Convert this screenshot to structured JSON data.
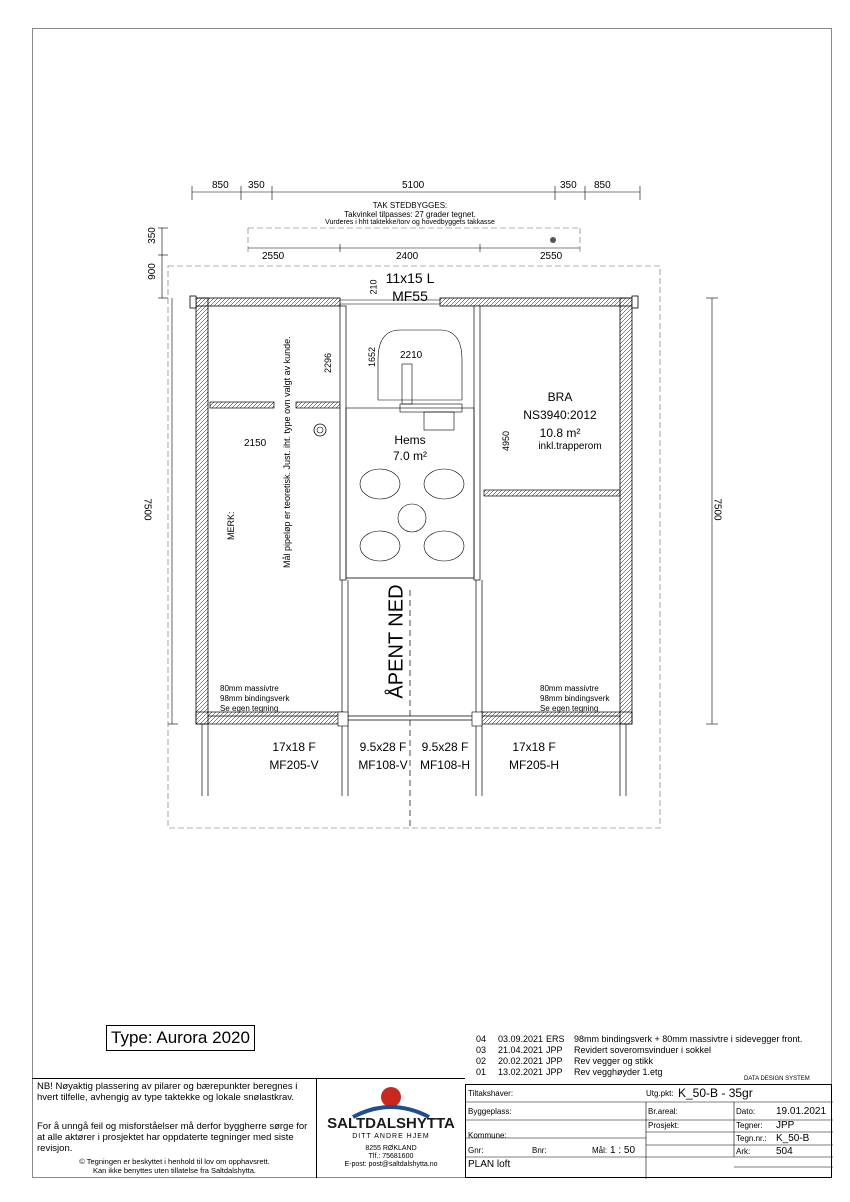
{
  "plan": {
    "dims_top": [
      "850",
      "350",
      "5100",
      "350",
      "850"
    ],
    "roof_note": [
      "TAK STEDBYGGES:",
      "Takvinkel tilpasses: 27 grader tegnet.",
      "Vurderes i hht taktekke/torv og hovedbyggets takkasse"
    ],
    "dims_second": [
      "2550",
      "2400",
      "2550"
    ],
    "dims_left": [
      "350",
      "900"
    ],
    "dim_7500_left": "7500",
    "dim_7500_right": "7500",
    "dim_210": "210",
    "dim_2296": "2296",
    "dim_1652": "1652",
    "dim_2210": "2210",
    "dim_2150": "2150",
    "dim_4950": "4950",
    "window_top": [
      "11x15 L",
      "MF55"
    ],
    "bra": [
      "BRA",
      "NS3940:2012",
      "10.8 m²",
      "inkl.trapperom"
    ],
    "hems": [
      "Hems",
      "7.0 m²"
    ],
    "merk": [
      "MERK:",
      "Mål pipeløp er teoretisk. Just. iht. type ovn valgt av kunde."
    ],
    "apent_ned": "ÅPENT NED",
    "wall_note_left": [
      "80mm massivtre",
      "98mm bindingsverk",
      "Se egen tegning"
    ],
    "wall_note_right": [
      "80mm massivtre",
      "98mm bindingsverk",
      "Se egen tegning"
    ],
    "windows_bottom": [
      {
        "size": "17x18 F",
        "code": "MF205-V"
      },
      {
        "size": "9.5x28 F",
        "code": "MF108-V"
      },
      {
        "size": "9.5x28 F",
        "code": "MF108-H"
      },
      {
        "size": "17x18 F",
        "code": "MF205-H"
      }
    ]
  },
  "type_label": "Type: Aurora 2020",
  "revisions": [
    {
      "no": "04",
      "date": "03.09.2021",
      "by": "ERS",
      "text": "98mm bindingsverk + 80mm massivtre i sidevegger front."
    },
    {
      "no": "03",
      "date": "21.04.2021",
      "by": "JPP",
      "text": "Revidert soveromsvinduer i sokkel"
    },
    {
      "no": "02",
      "date": "20.02.2021",
      "by": "JPP",
      "text": "Rev vegger og stikk"
    },
    {
      "no": "01",
      "date": "13.02.2021",
      "by": "JPP",
      "text": "Rev vegghøyder 1.etg"
    }
  ],
  "notes": {
    "nb": "NB! Nøyaktig plassering av pilarer og bærepunkter beregnes i hvert tilfelle, avhengig av type taktekke og lokale snølastkrav.",
    "caution": "For å unngå feil og misforståelser må derfor byggherre sørge for at alle aktører i prosjektet har oppdaterte tegninger med siste revisjon.",
    "copyright": "© Tegningen er beskyttet i henhold til lov om opphavsrett.",
    "copyright2": "Kan ikke benyttes uten tillatelse fra Saltdalshytta."
  },
  "company": {
    "name": "SALTDALSHYTTA",
    "slogan": "DITT ANDRE HJEM",
    "address": "8255 RØKLAND",
    "phone": "Tlf.: 75681600",
    "email": "E-post: post@saltdalshytta.no",
    "brand_color": "#c8281e",
    "logo_blue": "#1f4e8c"
  },
  "title_block": {
    "software": "DATA DESIGN SYSTEM",
    "tiltakshaver_label": "Tiltakshaver:",
    "byggeplass_label": "Byggeplass:",
    "kommune_label": "Kommune:",
    "utg_label": "Utg.pkt:",
    "utg_value": "K_50-B - 35gr",
    "br_areal_label": "Br.areal:",
    "prosjekt_label": "Prosjekt:",
    "dato_label": "Dato:",
    "dato_value": "19.01.2021",
    "tegner_label": "Tegner:",
    "tegner_value": "JPP",
    "tegn_nr_label": "Tegn.nr.:",
    "tegn_nr_value": "K_50-B",
    "ark_label": "Ark:",
    "ark_value": "504",
    "gnr_label": "Gnr:",
    "bnr_label": "Bnr:",
    "maal_label": "Mål:",
    "maal_value": "1 : 50",
    "plan_name": "PLAN loft"
  }
}
